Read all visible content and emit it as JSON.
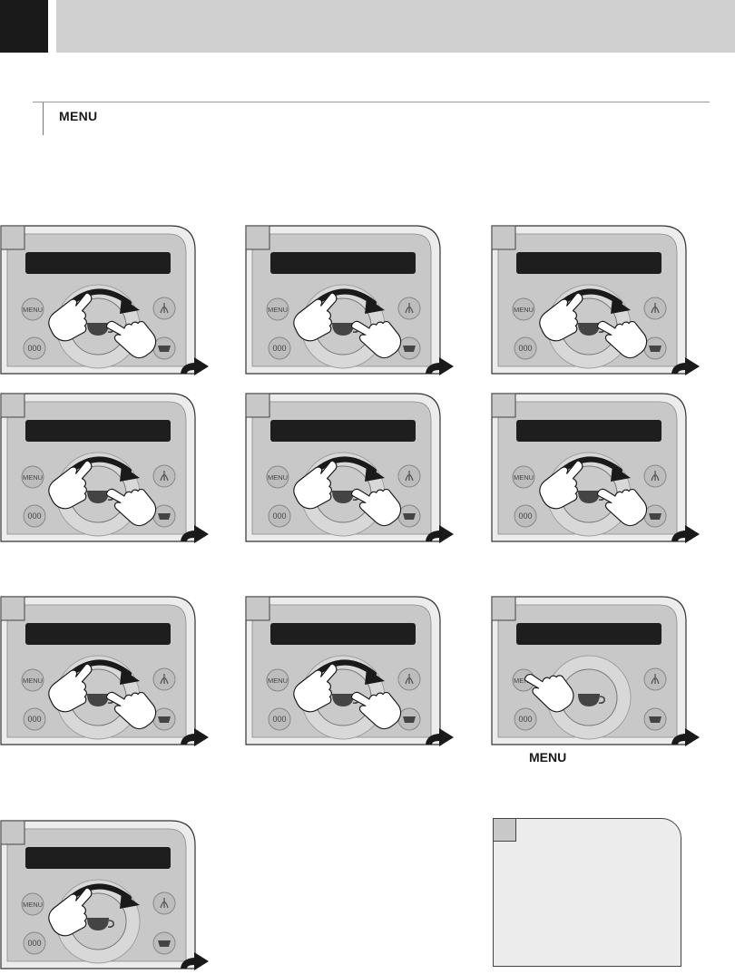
{
  "header": {
    "tab_color": "#1a1a1a",
    "bar_color": "#d0d0d0"
  },
  "section": {
    "label": "MENU"
  },
  "panel_buttons": {
    "menu": "MENU",
    "dots": "000"
  },
  "panels": [
    {
      "id": "p1",
      "action": "rotate-press"
    },
    {
      "id": "p2",
      "action": "rotate-press"
    },
    {
      "id": "p3",
      "action": "rotate-press"
    },
    {
      "id": "p4",
      "action": "rotate-press"
    },
    {
      "id": "p5",
      "action": "rotate-press"
    },
    {
      "id": "p6",
      "action": "rotate-press"
    },
    {
      "id": "p7",
      "action": "rotate-press"
    },
    {
      "id": "p8",
      "action": "rotate-press"
    },
    {
      "id": "p9",
      "action": "press-menu"
    },
    {
      "id": "p10",
      "action": "rotate"
    }
  ],
  "caption": {
    "text": "MENU"
  }
}
